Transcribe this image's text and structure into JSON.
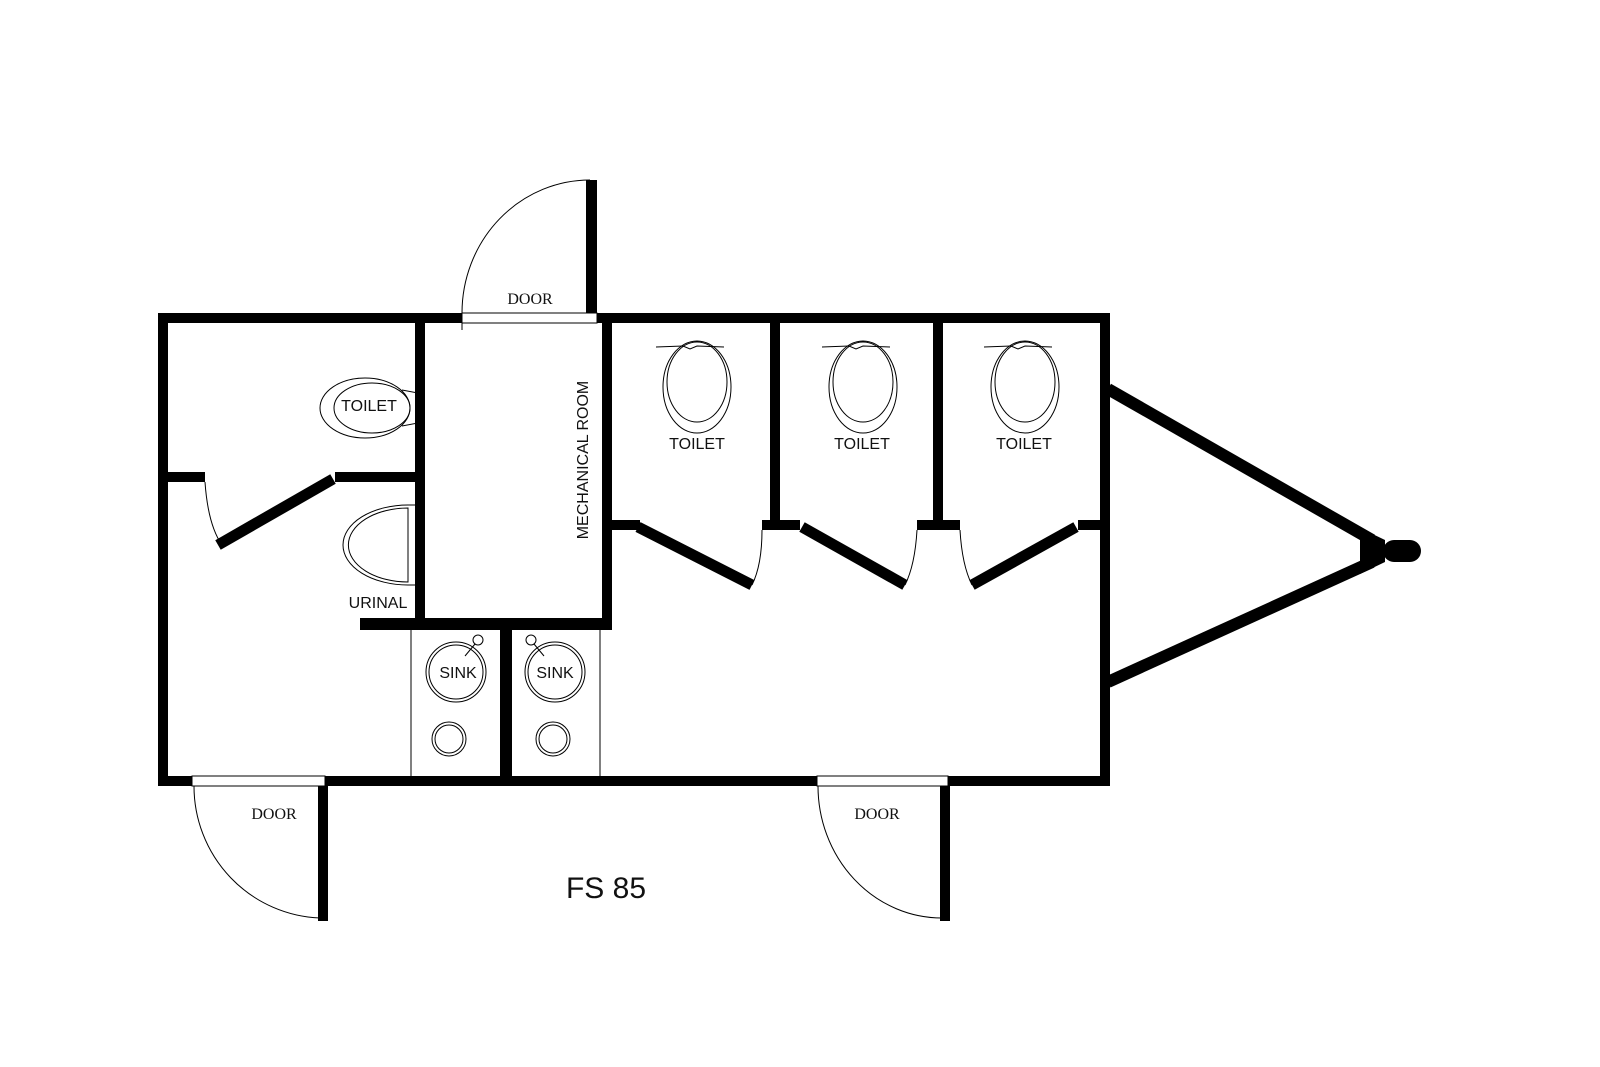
{
  "plan": {
    "title": "FS 85",
    "labels": {
      "door_top": "DOOR",
      "door_bottom_left": "DOOR",
      "door_bottom_right": "DOOR",
      "toilet_left": "TOILET",
      "urinal": "URINAL",
      "mechanical_room": "MECHANICAL ROOM",
      "toilet_1": "TOILET",
      "toilet_2": "TOILET",
      "toilet_3": "TOILET",
      "sink_1": "SINK",
      "sink_2": "SINK"
    }
  }
}
